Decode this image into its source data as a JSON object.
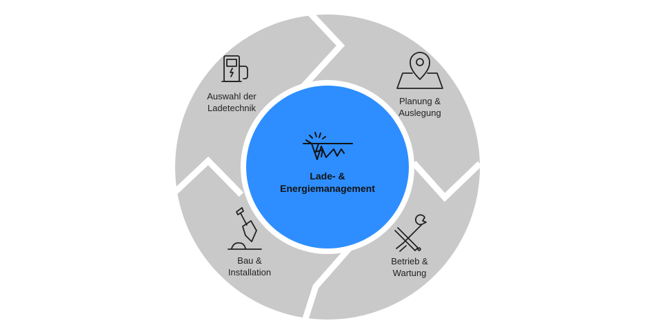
{
  "colors": {
    "segment": "#c9c9c9",
    "gap": "#ffffff",
    "center": "#2e8eff",
    "icon": "#222222"
  },
  "center": {
    "icon": "voltage-signal-icon",
    "line1": "Lade- &",
    "line2": "Energiemanagement"
  },
  "segments": [
    {
      "icon": "charging-station-icon",
      "line1": "Auswahl der",
      "line2": "Ladetechnik"
    },
    {
      "icon": "map-pin-icon",
      "line1": "Planung &",
      "line2": "Auslegung"
    },
    {
      "icon": "tools-icon",
      "line1": "Betrieb &",
      "line2": "Wartung"
    },
    {
      "icon": "shovel-icon",
      "line1": "Bau &",
      "line2": "Installation"
    }
  ]
}
